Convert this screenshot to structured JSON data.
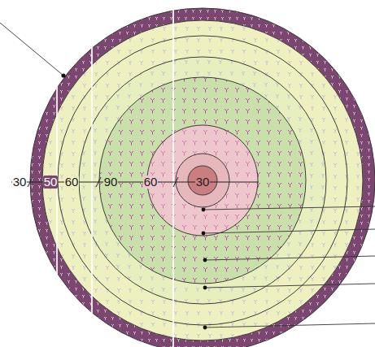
{
  "diagram": {
    "labels": [
      "30",
      "50",
      "60",
      "90",
      "60",
      "30"
    ]
  }
}
